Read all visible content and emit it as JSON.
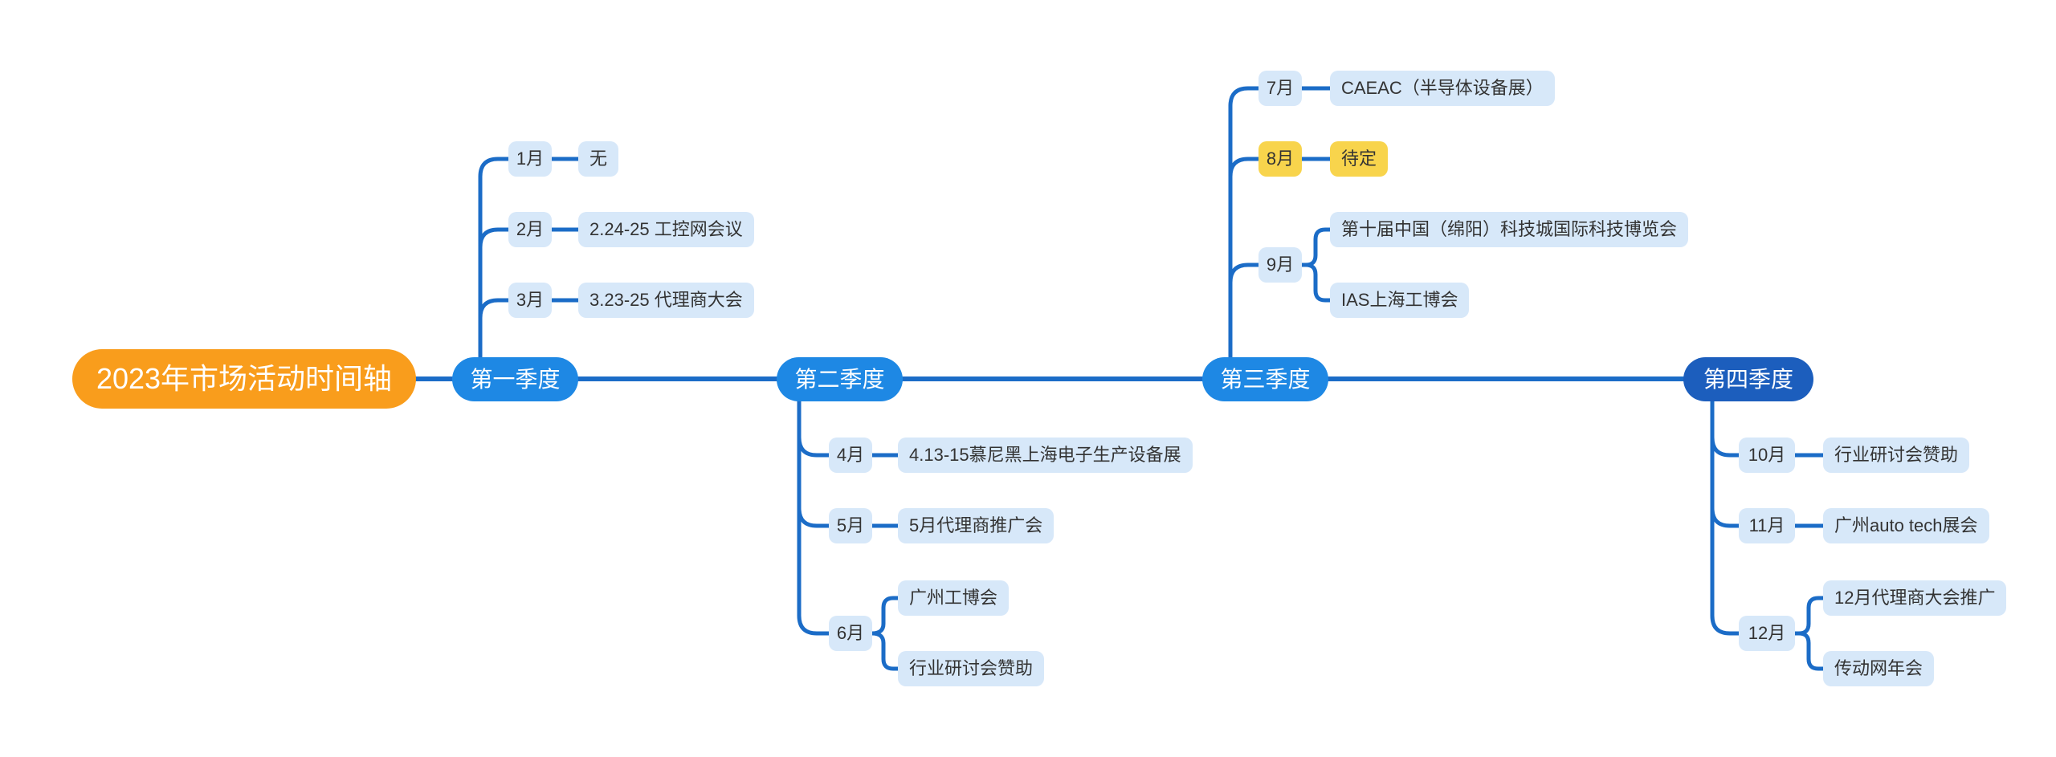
{
  "colors": {
    "root_bg": "#F99D1C",
    "quarter_bg": "#1E88E4",
    "quarter4_bg": "#1C5EBD",
    "branch_line": "#1B6CC7",
    "node_bg": "#D7E8F9",
    "node_text": "#333333",
    "highlight_bg": "#F8D44C",
    "accent_text": "#FFFFFF"
  },
  "mindmap": {
    "root": {
      "label": "2023年市场活动时间轴"
    },
    "quarters": [
      {
        "label": "第一季度",
        "months": [
          {
            "label": "1月",
            "events": [
              {
                "label": "无"
              }
            ]
          },
          {
            "label": "2月",
            "events": [
              {
                "label": "2.24-25 工控网会议"
              }
            ]
          },
          {
            "label": "3月",
            "events": [
              {
                "label": "3.23-25 代理商大会"
              }
            ]
          }
        ]
      },
      {
        "label": "第二季度",
        "months": [
          {
            "label": "4月",
            "events": [
              {
                "label": "4.13-15慕尼黑上海电子生产设备展"
              }
            ]
          },
          {
            "label": "5月",
            "events": [
              {
                "label": "5月代理商推广会"
              }
            ]
          },
          {
            "label": "6月",
            "events": [
              {
                "label": "广州工博会"
              },
              {
                "label": "行业研讨会赞助"
              }
            ]
          }
        ]
      },
      {
        "label": "第三季度",
        "months": [
          {
            "label": "7月",
            "events": [
              {
                "label": "CAEAC（半导体设备展）"
              }
            ]
          },
          {
            "label": "8月",
            "highlighted": true,
            "events": [
              {
                "label": "待定",
                "highlighted": true
              }
            ]
          },
          {
            "label": "9月",
            "events": [
              {
                "label": "第十届中国（绵阳）科技城国际科技博览会"
              },
              {
                "label": "IAS上海工博会"
              }
            ]
          }
        ]
      },
      {
        "label": "第四季度",
        "months": [
          {
            "label": "10月",
            "events": [
              {
                "label": "行业研讨会赞助"
              }
            ]
          },
          {
            "label": "11月",
            "events": [
              {
                "label": "广州auto tech展会"
              }
            ]
          },
          {
            "label": "12月",
            "events": [
              {
                "label": "12月代理商大会推广"
              },
              {
                "label": "传动网年会"
              }
            ]
          }
        ]
      }
    ]
  }
}
